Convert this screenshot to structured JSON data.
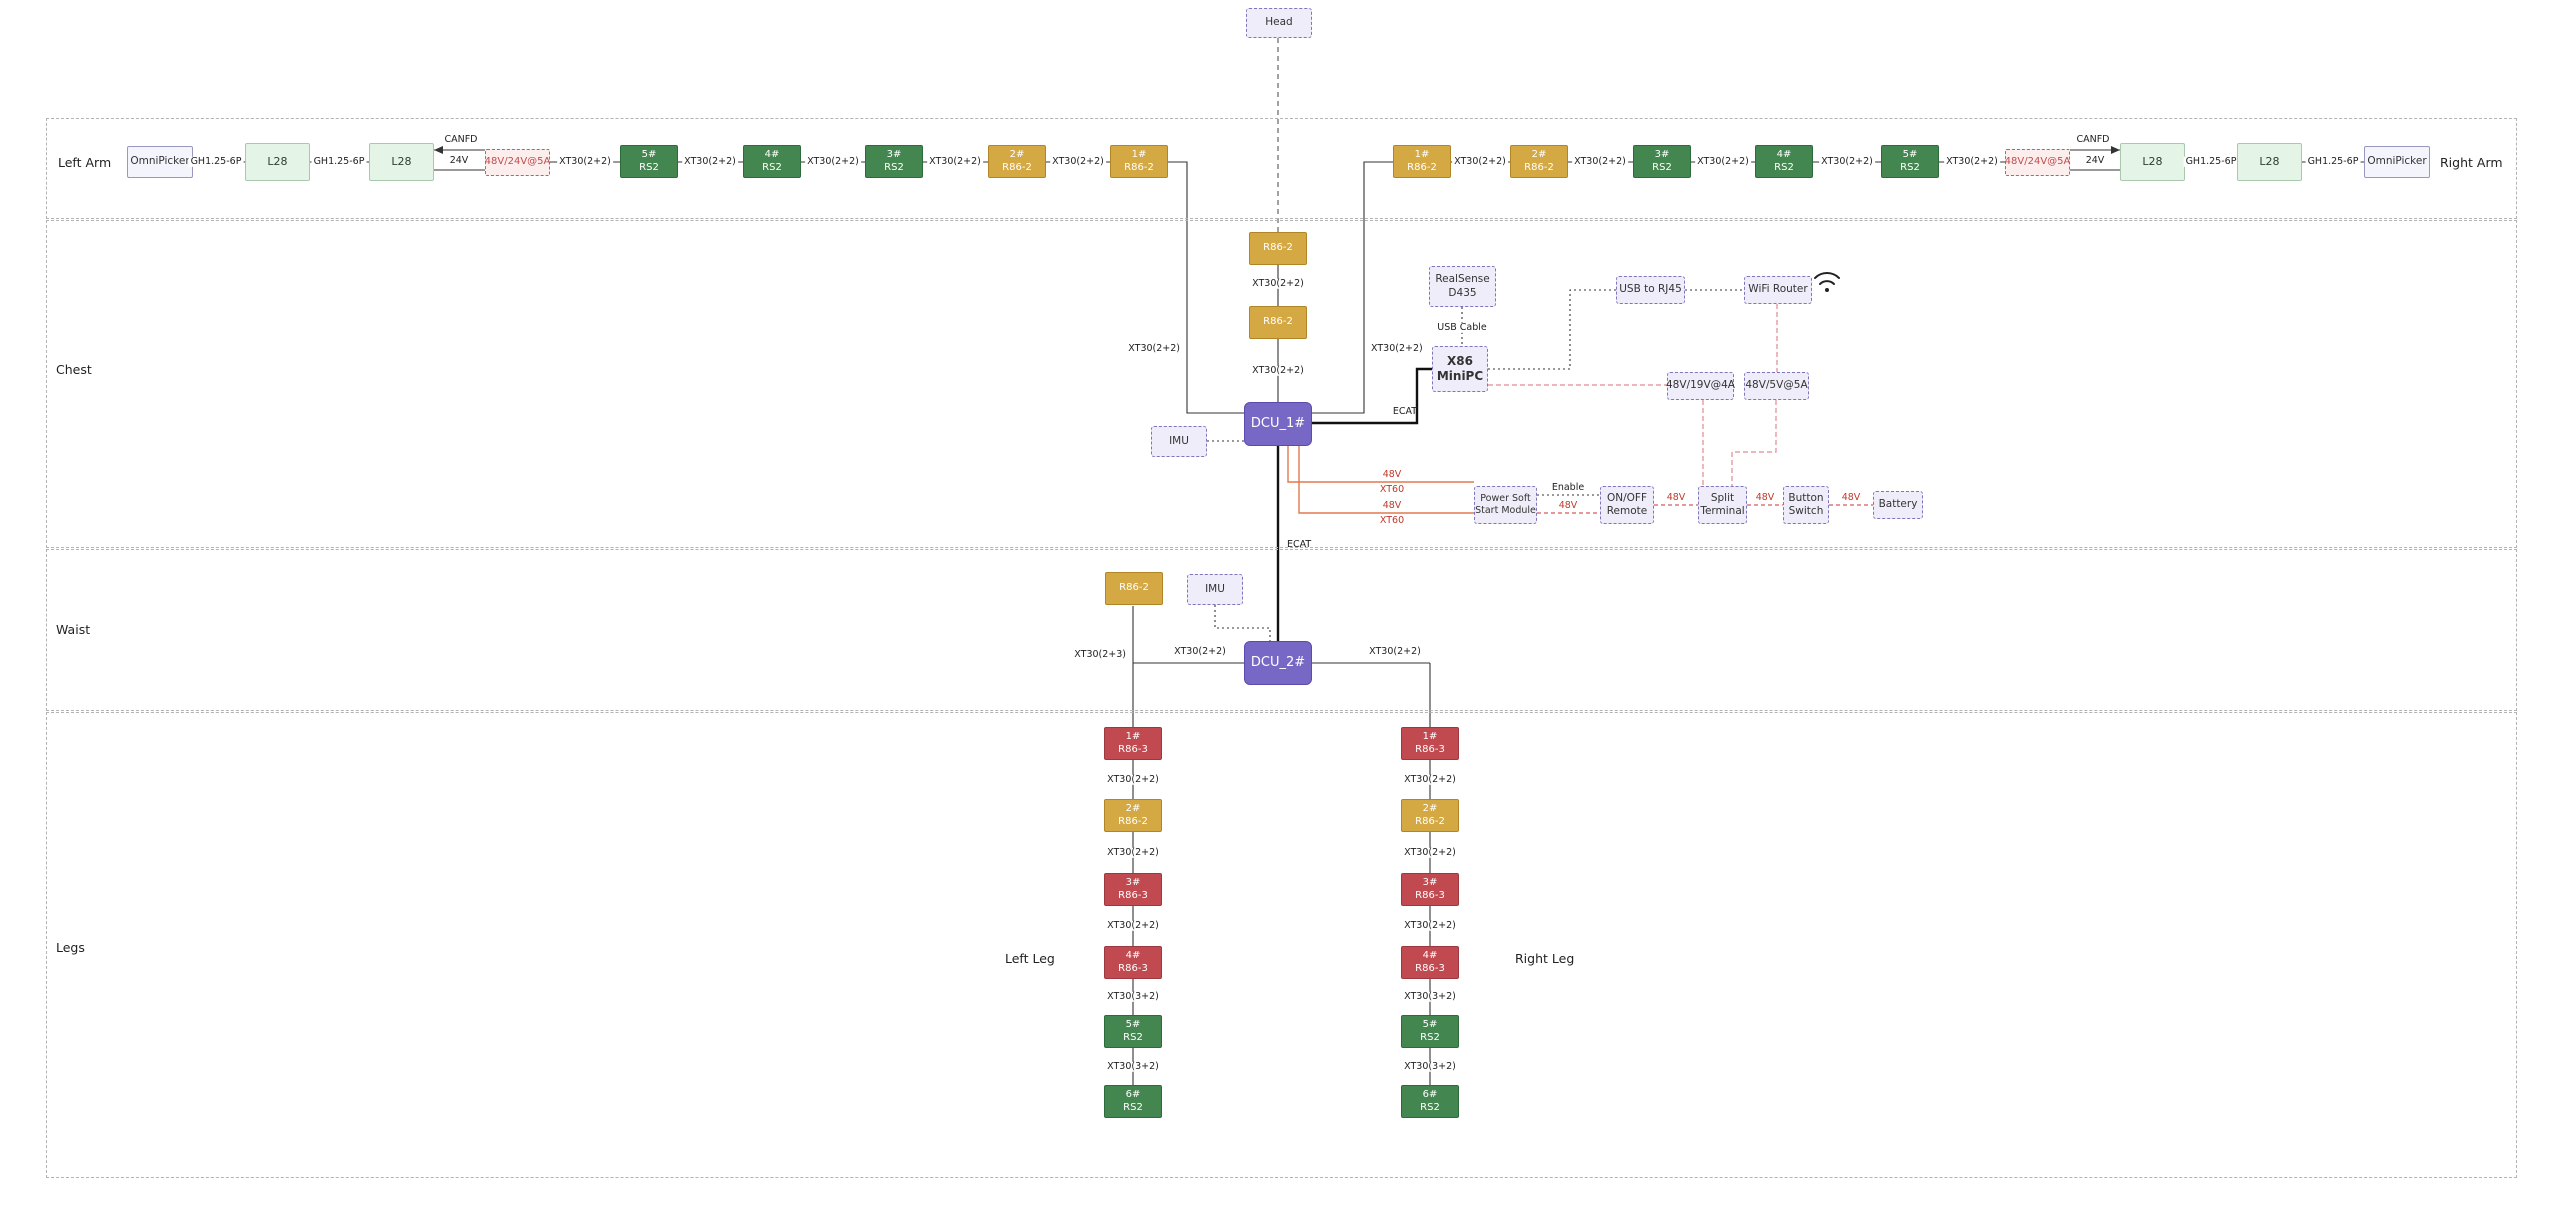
{
  "colors": {
    "motor_rs2_green": "#44864F",
    "motor_r86_gold": "#D4A843",
    "motor_r86_red": "#C04A50",
    "dcu_purple": "#7668C4",
    "module_lavender": "#EFEDFA",
    "psu_red_text": "#C34A4A",
    "power_line_orange": "#E0784E",
    "power_line_red": "#D45A5A",
    "link_pink": "#E08A95"
  },
  "head": {
    "label": "Head"
  },
  "arm_left": {
    "section_label": "Left Arm",
    "omnipicker": "OmniPicker",
    "conn_gh_1": "GH1.25-6P",
    "l28_outer": "L28",
    "conn_gh_2": "GH1.25-6P",
    "l28_inner": "L28",
    "canfd": "CANFD",
    "v24": "24V",
    "psu": "48V/24V@5A",
    "conns": [
      "XT30(2+2)",
      "XT30(2+2)",
      "XT30(2+2)",
      "XT30(2+2)",
      "XT30(2+2)"
    ],
    "motors": [
      {
        "num": "5#",
        "model": "RS2"
      },
      {
        "num": "4#",
        "model": "RS2"
      },
      {
        "num": "3#",
        "model": "RS2"
      },
      {
        "num": "2#",
        "model": "R86-2"
      },
      {
        "num": "1#",
        "model": "R86-2"
      }
    ],
    "drop_conn": "XT30(2+2)"
  },
  "arm_right": {
    "section_label": "Right Arm",
    "motors": [
      {
        "num": "1#",
        "model": "R86-2"
      },
      {
        "num": "2#",
        "model": "R86-2"
      },
      {
        "num": "3#",
        "model": "RS2"
      },
      {
        "num": "4#",
        "model": "RS2"
      },
      {
        "num": "5#",
        "model": "RS2"
      }
    ],
    "conns": [
      "XT30(2+2)",
      "XT30(2+2)",
      "XT30(2+2)",
      "XT30(2+2)",
      "XT30(2+2)"
    ],
    "psu": "48V/24V@5A",
    "canfd": "CANFD",
    "v24": "24V",
    "l28_inner": "L28",
    "conn_gh_1": "GH1.25-6P",
    "l28_outer": "L28",
    "conn_gh_2": "GH1.25-6P",
    "omnipicker": "OmniPicker",
    "drop_conn": "XT30(2+2)"
  },
  "chest": {
    "section_label": "Chest",
    "neck_motor_1": "R86-2",
    "neck_conn_1": "XT30(2+2)",
    "neck_motor_2": "R86-2",
    "neck_conn_2": "XT30(2+2)",
    "dcu": "DCU_1#",
    "imu": "IMU",
    "ecat_pc": "ECAT",
    "ecat_down": "ECAT",
    "realsense_line1": "RealSense",
    "realsense_line2": "D435",
    "usb_cable": "USB Cable",
    "minipc_line1": "X86",
    "minipc_line2": "MiniPC",
    "usb_rj45": "USB to RJ45",
    "wifi_router": "WiFi Router",
    "psu_19v": "48V/19V@4A",
    "psu_5v": "48V/5V@5A",
    "power_soft_line1": "Power Soft",
    "power_soft_line2": "Start Module",
    "onoff_line1": "ON/OFF",
    "onoff_line2": "Remote",
    "split_line1": "Split",
    "split_line2": "Terminal",
    "button_line1": "Button",
    "button_line2": "Switch",
    "battery": "Battery",
    "enable": "Enable",
    "v48": "48V",
    "xt60": "XT60"
  },
  "waist": {
    "section_label": "Waist",
    "motor": "R86-2",
    "imu": "IMU",
    "motor_conn": "XT30(2+2)",
    "dcu": "DCU_2#",
    "branch_left": "XT30(2+3)",
    "branch_right": "XT30(2+2)"
  },
  "legs": {
    "section_label": "Legs",
    "left_label": "Left Leg",
    "right_label": "Right Leg",
    "left": {
      "motors": [
        {
          "num": "1#",
          "model": "R86-3"
        },
        {
          "num": "2#",
          "model": "R86-2"
        },
        {
          "num": "3#",
          "model": "R86-3"
        },
        {
          "num": "4#",
          "model": "R86-3"
        },
        {
          "num": "5#",
          "model": "RS2"
        },
        {
          "num": "6#",
          "model": "RS2"
        }
      ],
      "conns": [
        "XT30(2+2)",
        "XT30(2+2)",
        "XT30(2+2)",
        "XT30(3+2)",
        "XT30(3+2)"
      ]
    },
    "right": {
      "motors": [
        {
          "num": "1#",
          "model": "R86-3"
        },
        {
          "num": "2#",
          "model": "R86-2"
        },
        {
          "num": "3#",
          "model": "R86-3"
        },
        {
          "num": "4#",
          "model": "R86-3"
        },
        {
          "num": "5#",
          "model": "RS2"
        },
        {
          "num": "6#",
          "model": "RS2"
        }
      ],
      "conns": [
        "XT30(2+2)",
        "XT30(2+2)",
        "XT30(2+2)",
        "XT30(3+2)",
        "XT30(3+2)"
      ]
    }
  }
}
